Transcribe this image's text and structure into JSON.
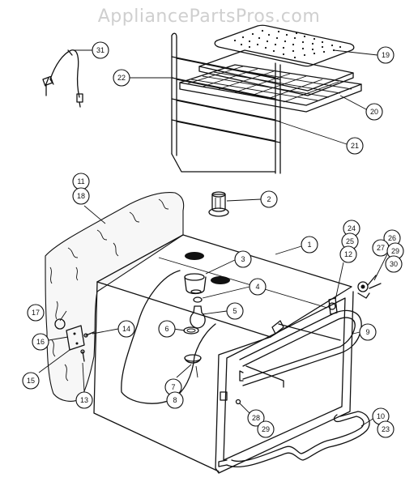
{
  "watermark": "AppliancePartsPros.com",
  "callouts": [
    {
      "id": "c31",
      "text": "31"
    },
    {
      "id": "c22",
      "text": "22"
    },
    {
      "id": "c19",
      "text": "19"
    },
    {
      "id": "c20",
      "text": "20"
    },
    {
      "id": "c21",
      "text": "21"
    },
    {
      "id": "c11",
      "text": "11"
    },
    {
      "id": "c18",
      "text": "18"
    },
    {
      "id": "c2",
      "text": "2"
    },
    {
      "id": "c1",
      "text": "1"
    },
    {
      "id": "c24",
      "text": "24"
    },
    {
      "id": "c25",
      "text": "25"
    },
    {
      "id": "c12",
      "text": "12"
    },
    {
      "id": "c26",
      "text": "26"
    },
    {
      "id": "c27",
      "text": "27"
    },
    {
      "id": "c29a",
      "text": "29"
    },
    {
      "id": "c30",
      "text": "30"
    },
    {
      "id": "c3",
      "text": "3"
    },
    {
      "id": "c4",
      "text": "4"
    },
    {
      "id": "c5",
      "text": "5"
    },
    {
      "id": "c6",
      "text": "6"
    },
    {
      "id": "c7",
      "text": "7"
    },
    {
      "id": "c8",
      "text": "8"
    },
    {
      "id": "c9",
      "text": "9"
    },
    {
      "id": "c17",
      "text": "17"
    },
    {
      "id": "c14",
      "text": "14"
    },
    {
      "id": "c16",
      "text": "16"
    },
    {
      "id": "c15",
      "text": "15"
    },
    {
      "id": "c13",
      "text": "13"
    },
    {
      "id": "c28",
      "text": "28"
    },
    {
      "id": "c29b",
      "text": "29"
    },
    {
      "id": "c10",
      "text": "10"
    },
    {
      "id": "c23",
      "text": "23"
    }
  ]
}
